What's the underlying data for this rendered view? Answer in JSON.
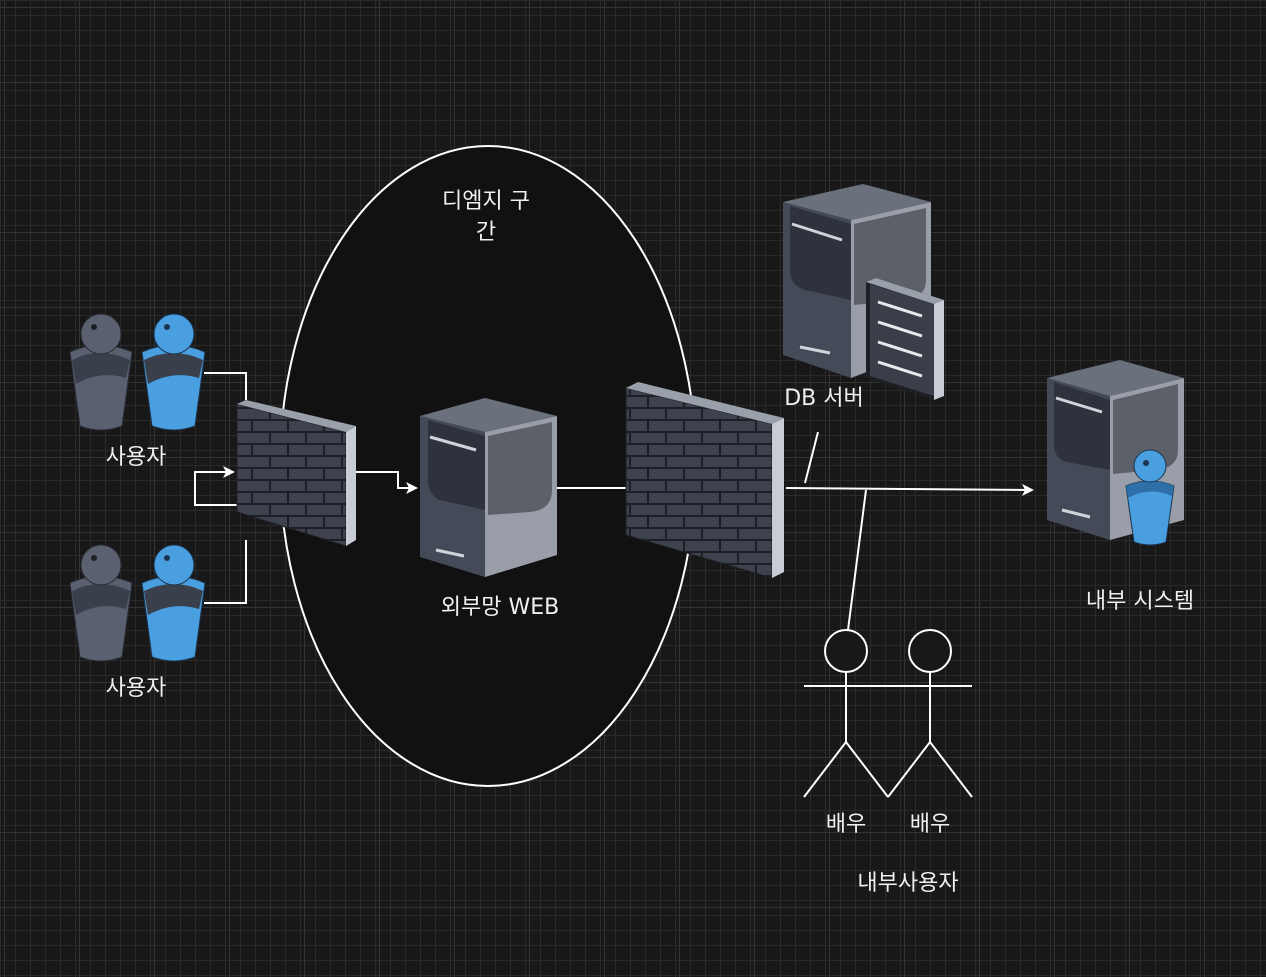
{
  "labels": {
    "dmz": "디엠지 구",
    "dmz2": "간",
    "user_top": "사용자",
    "user_bottom": "사용자",
    "web": "외부망 WEB",
    "db": "DB 서버",
    "internal_system": "내부 시스템",
    "actor_left": "배우",
    "actor_right": "배우",
    "internal_users": "내부사용자"
  },
  "colors": {
    "background": "#181818",
    "line": "#ffffff",
    "server_dark": "#3d4250",
    "firewall_brick": "#3e424e",
    "user_blue": "#4a9fe0",
    "user_grey": "#5a6070"
  },
  "icons": {
    "firewall": "firewall-icon",
    "server": "server-icon",
    "user": "user-icon",
    "actor": "actor-stick-figure-icon"
  }
}
